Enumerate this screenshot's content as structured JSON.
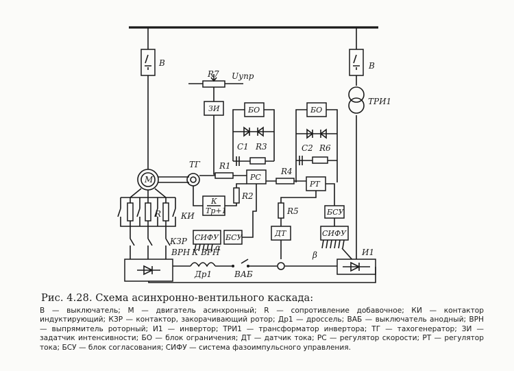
{
  "labels": {
    "breaker_left": "В",
    "breaker_right": "В",
    "r7": "R7",
    "u_upr": "Uупр",
    "zi": "ЗИ",
    "bo_left": "БО",
    "bo_right": "БО",
    "c1": "C1",
    "r3": "R3",
    "c2": "C2",
    "r6": "R6",
    "tri1": "ТРИ1",
    "motor": "M",
    "tg": "ТГ",
    "r1": "R1",
    "rs": "РС",
    "r4": "R4",
    "rt": "РТ",
    "k_num": "К",
    "k_den": "Тр+1",
    "r2": "R2",
    "r5": "R5",
    "bsu_right": "БСУ",
    "ki": "КИ",
    "r": "R",
    "kzr": "КЗР",
    "sifu_left": "СИФУ",
    "bsu_left": "БСУ",
    "alpha": "α",
    "dt": "ДТ",
    "sifu_right": "СИФУ",
    "beta": "β",
    "i1": "И1",
    "vrn": "ВРН",
    "k_vrn": "К ВРН",
    "dr1": "Др1",
    "vab": "ВАБ"
  },
  "caption": "Рис. 4.28. Схема асинхронно-вентильного каскада:",
  "legend": "В — выключатель; М — двигатель асинхронный; R — сопротивление добавочное; КИ — контактор индуктирующий; КЗР — контактор, закорачивающий ротор; Др1 — дроссель; ВАБ — выключатель анодный; ВРН — выпрямитель роторный; И1 — инвертор; ТРИ1 — трансформатор инвертора; ТГ — тахогенератор; ЗИ — задатчик интенсивности; БО — блок ограничения; ДТ — датчик тока; РС — регулятор скорости; РТ — регулятор тока; БСУ — блок согласования; СИФУ — система фазоимпульсного управления."
}
